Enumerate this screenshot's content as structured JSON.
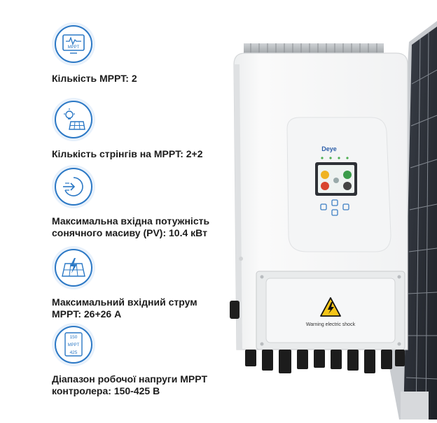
{
  "specs": [
    {
      "icon": "mppt-monitor-icon",
      "icon_text": "MPPT",
      "lines": [
        "Кількість MPPT: 2"
      ]
    },
    {
      "icon": "solar-panel-bulb-icon",
      "lines": [
        "Кількість стрінгів на MPPT: 2+2"
      ]
    },
    {
      "icon": "power-input-icon",
      "lines": [
        "Максимальна вхідна потужність",
        "сонячного масиву (PV): 10.4 кВт"
      ]
    },
    {
      "icon": "solar-panel-lightning-icon",
      "lines": [
        "Максимальний вхідний струм",
        "MPPT: 26+26 А"
      ]
    },
    {
      "icon": "voltage-range-icon",
      "icon_text": [
        "150",
        "MPPT",
        "425"
      ],
      "lines": [
        "Діапазон робочої напруги MPPT",
        "контролера: 150-425 В"
      ]
    }
  ],
  "product": {
    "brand": "Deye",
    "warning_text": "Warning electric shock"
  }
}
